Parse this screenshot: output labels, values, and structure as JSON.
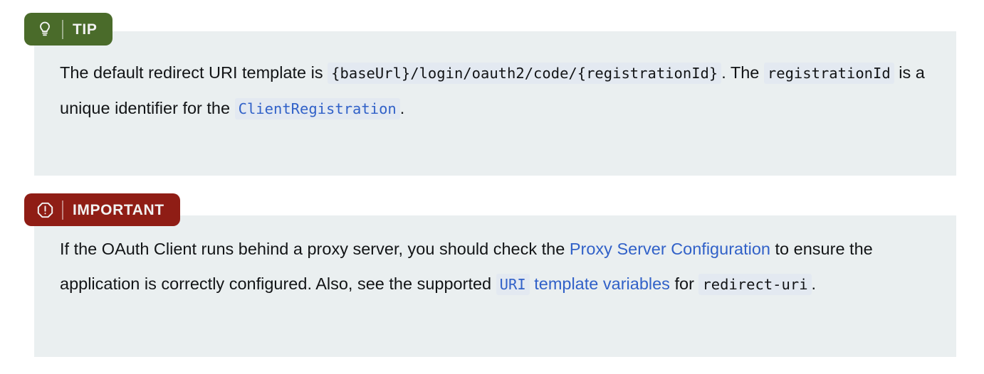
{
  "colors": {
    "panel_bg": "#eaeff0",
    "chip_bg": "#e3e9f1",
    "tip_badge_bg": "#4a6b2a",
    "important_badge_bg": "#8f1d15",
    "link_blue": "#3161c8",
    "text": "#121416",
    "page_bg": "#ffffff"
  },
  "admonitions": [
    {
      "type": "tip",
      "badge_label": "TIP",
      "badge_icon": "lightbulb-icon",
      "body": {
        "segment_1": "The default redirect URI template is",
        "code_1": "{baseUrl}/login/oauth2/code/{registrationId}",
        "segment_2": ". The",
        "code_2": "registrationId",
        "segment_3": "is a unique identifier for the",
        "code_3": "ClientRegistration",
        "segment_4": "."
      }
    },
    {
      "type": "important",
      "badge_label": "IMPORTANT",
      "badge_icon": "octagon-exclamation-icon",
      "body": {
        "segment_1": "If the OAuth Client runs behind a proxy server, you should check the",
        "link_1": "Proxy Server Configuration",
        "segment_2": "to ensure the application is correctly configured. Also, see the supported",
        "code_1": "URI",
        "link_2": "template variables",
        "segment_3": "for",
        "code_2": "redirect-uri",
        "segment_4": "."
      }
    }
  ]
}
